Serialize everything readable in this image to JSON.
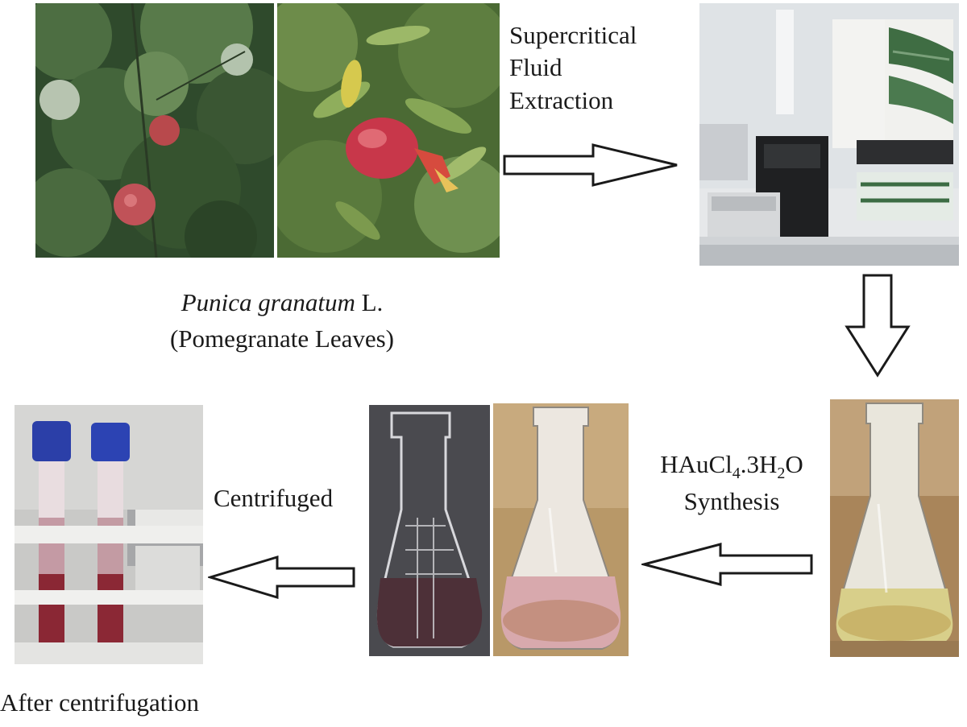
{
  "labels": {
    "extraction_line1": "Supercritical",
    "extraction_line2": "Fluid",
    "extraction_line3": "Extraction",
    "species_italic": "Punica granatum",
    "species_author": " L.",
    "species_common": "(Pomegranate Leaves)",
    "synthesis_line1_a": "HAuCl",
    "synthesis_line1_sub1": "4",
    "synthesis_line1_b": ".3H",
    "synthesis_line1_sub2": "2",
    "synthesis_line1_c": "O",
    "synthesis_line2": "Synthesis",
    "centrifuged": "Centrifuged",
    "after_centrifugation": "After centrifugation"
  },
  "colors": {
    "arrow_fill": "#ffffff",
    "arrow_stroke": "#1a1a1a",
    "foliage_dark": "#2f4a2c",
    "pomegranate_red": "#c8374a",
    "extract_yellow": "#d8cf8a",
    "gold_pink": "#c9909a",
    "centrifuge_red": "#8a2734"
  },
  "icons": {
    "flow_arrow": "arrow-icon"
  }
}
